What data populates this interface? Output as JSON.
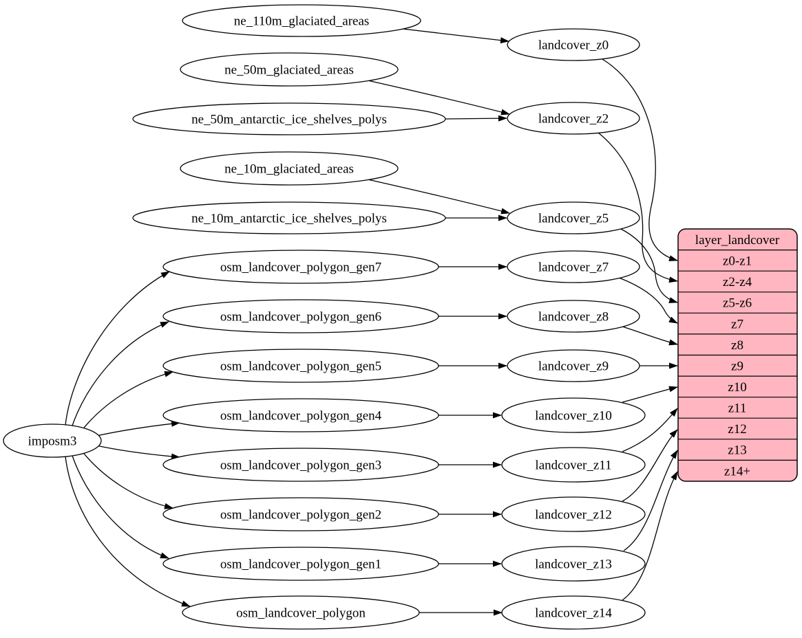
{
  "diagram": {
    "colors": {
      "background": "#ffffff",
      "node_fill": "#ffffff",
      "stroke": "#000000",
      "table_fill": "#ffb6c1"
    },
    "nodes": {
      "imposm3": "imposm3",
      "sources": [
        "ne_110m_glaciated_areas",
        "ne_50m_glaciated_areas",
        "ne_50m_antarctic_ice_shelves_polys",
        "ne_10m_glaciated_areas",
        "ne_10m_antarctic_ice_shelves_polys",
        "osm_landcover_polygon_gen7",
        "osm_landcover_polygon_gen6",
        "osm_landcover_polygon_gen5",
        "osm_landcover_polygon_gen4",
        "osm_landcover_polygon_gen3",
        "osm_landcover_polygon_gen2",
        "osm_landcover_polygon_gen1",
        "osm_landcover_polygon"
      ],
      "intermediates": [
        "landcover_z0",
        "landcover_z2",
        "landcover_z5",
        "landcover_z7",
        "landcover_z8",
        "landcover_z9",
        "landcover_z10",
        "landcover_z11",
        "landcover_z12",
        "landcover_z13",
        "landcover_z14"
      ],
      "table": {
        "title": "layer_landcover",
        "rows": [
          "z0-z1",
          "z2-z4",
          "z5-z6",
          "z7",
          "z8",
          "z9",
          "z10",
          "z11",
          "z12",
          "z13",
          "z14+"
        ]
      }
    },
    "edges": [
      {
        "from": "imposm3",
        "to": "osm_landcover_polygon_gen7"
      },
      {
        "from": "imposm3",
        "to": "osm_landcover_polygon_gen6"
      },
      {
        "from": "imposm3",
        "to": "osm_landcover_polygon_gen5"
      },
      {
        "from": "imposm3",
        "to": "osm_landcover_polygon_gen4"
      },
      {
        "from": "imposm3",
        "to": "osm_landcover_polygon_gen3"
      },
      {
        "from": "imposm3",
        "to": "osm_landcover_polygon_gen2"
      },
      {
        "from": "imposm3",
        "to": "osm_landcover_polygon_gen1"
      },
      {
        "from": "imposm3",
        "to": "osm_landcover_polygon"
      },
      {
        "from": "ne_110m_glaciated_areas",
        "to": "landcover_z0"
      },
      {
        "from": "ne_50m_glaciated_areas",
        "to": "landcover_z2"
      },
      {
        "from": "ne_50m_antarctic_ice_shelves_polys",
        "to": "landcover_z2"
      },
      {
        "from": "ne_10m_glaciated_areas",
        "to": "landcover_z5"
      },
      {
        "from": "ne_10m_antarctic_ice_shelves_polys",
        "to": "landcover_z5"
      },
      {
        "from": "osm_landcover_polygon_gen7",
        "to": "landcover_z7"
      },
      {
        "from": "osm_landcover_polygon_gen6",
        "to": "landcover_z8"
      },
      {
        "from": "osm_landcover_polygon_gen5",
        "to": "landcover_z9"
      },
      {
        "from": "osm_landcover_polygon_gen4",
        "to": "landcover_z10"
      },
      {
        "from": "osm_landcover_polygon_gen3",
        "to": "landcover_z11"
      },
      {
        "from": "osm_landcover_polygon_gen2",
        "to": "landcover_z12"
      },
      {
        "from": "osm_landcover_polygon_gen1",
        "to": "landcover_z13"
      },
      {
        "from": "osm_landcover_polygon",
        "to": "landcover_z14"
      },
      {
        "from": "landcover_z0",
        "to": "layer_landcover:z0-z1"
      },
      {
        "from": "landcover_z2",
        "to": "layer_landcover:z2-z4"
      },
      {
        "from": "landcover_z5",
        "to": "layer_landcover:z5-z6"
      },
      {
        "from": "landcover_z7",
        "to": "layer_landcover:z7"
      },
      {
        "from": "landcover_z8",
        "to": "layer_landcover:z8"
      },
      {
        "from": "landcover_z9",
        "to": "layer_landcover:z9"
      },
      {
        "from": "landcover_z10",
        "to": "layer_landcover:z10"
      },
      {
        "from": "landcover_z11",
        "to": "layer_landcover:z11"
      },
      {
        "from": "landcover_z12",
        "to": "layer_landcover:z12"
      },
      {
        "from": "landcover_z13",
        "to": "layer_landcover:z13"
      },
      {
        "from": "landcover_z14",
        "to": "layer_landcover:z14+"
      }
    ]
  }
}
